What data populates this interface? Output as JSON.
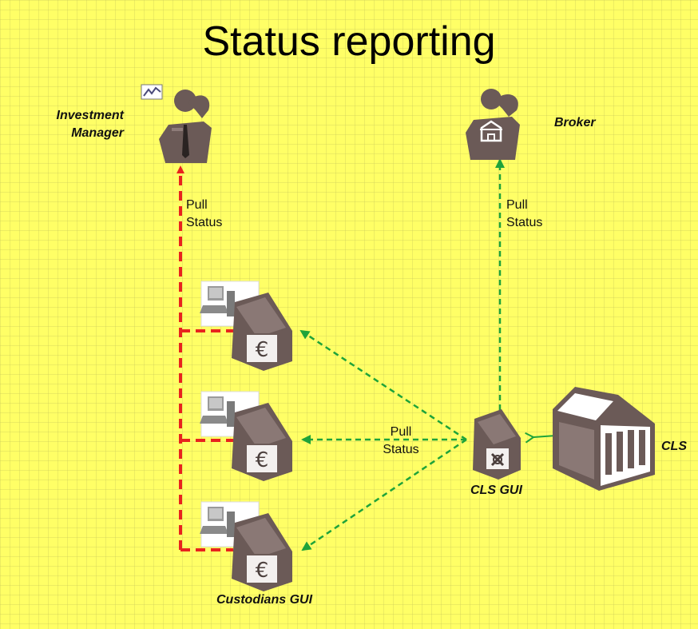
{
  "title": "Status reporting",
  "nodes": {
    "investment_manager": {
      "line1": "Investment",
      "line2": "Manager"
    },
    "broker": "Broker",
    "cls": "CLS",
    "cls_gui": "CLS GUI",
    "custodians_gui": "Custodians GUI"
  },
  "edge_labels": {
    "im_pull": {
      "line1": "Pull",
      "line2": "Status"
    },
    "broker_pull": {
      "line1": "Pull",
      "line2": "Status"
    },
    "center_pull": {
      "line1": "Pull",
      "line2": "Status"
    }
  },
  "colors": {
    "background": "#ffff66",
    "red_arrow": "#e8231e",
    "green_arrow": "#1fa33a",
    "icon": "#6b5a57"
  },
  "icons": [
    "person-chart-icon",
    "person-building-icon",
    "custodian-terminal-icon",
    "cls-gui-terminal-icon",
    "cls-bank-building-icon"
  ]
}
